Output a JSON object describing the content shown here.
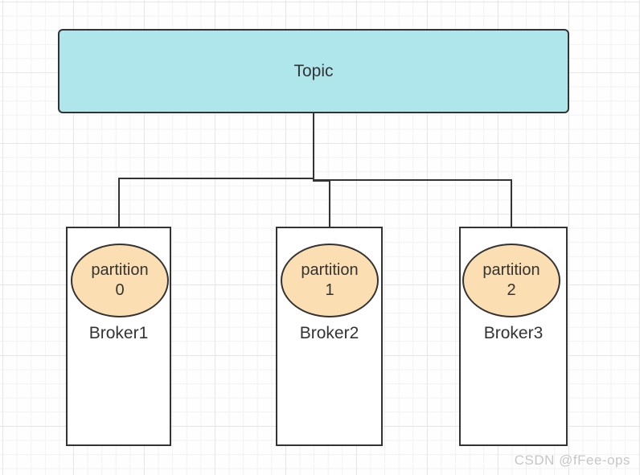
{
  "diagram": {
    "topic": {
      "label": "Topic",
      "fill": "#aee6ec"
    },
    "partition_fill": "#fbdeb2",
    "stroke_color": "#333333",
    "brokers": [
      {
        "label": "Broker1",
        "partition_word": "partition",
        "partition_number": "0"
      },
      {
        "label": "Broker2",
        "partition_word": "partition",
        "partition_number": "1"
      },
      {
        "label": "Broker3",
        "partition_word": "partition",
        "partition_number": "2"
      }
    ]
  },
  "watermark": {
    "text": "CSDN @fFee-ops"
  }
}
